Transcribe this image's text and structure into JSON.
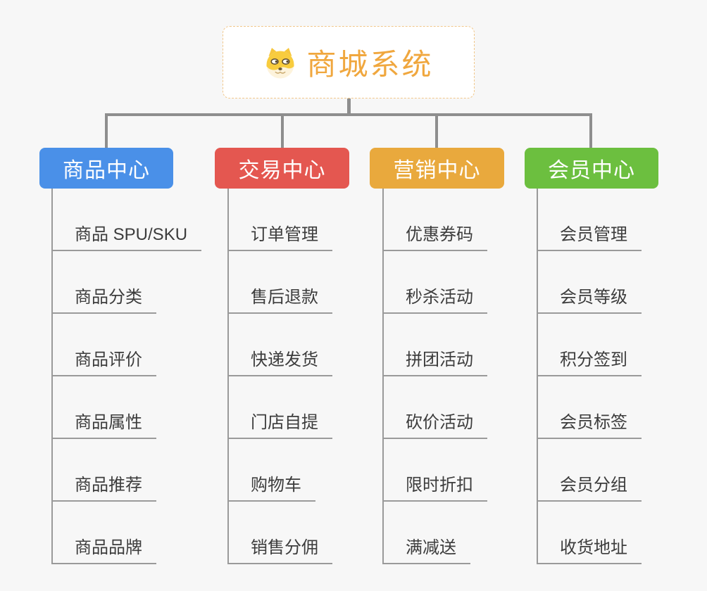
{
  "root": {
    "title": "商城系统",
    "icon": "doge-icon",
    "title_color": "#f0a73e",
    "border_color": "#f1c78a"
  },
  "connector_color": "#8e8e8e",
  "line_color": "#9a9a9a",
  "background_color": "#f7f7f7",
  "leaf_text_color": "#3c3c3c",
  "branches": [
    {
      "label": "商品中心",
      "color": "#4a90e8",
      "items": [
        "商品 SPU/SKU",
        "商品分类",
        "商品评价",
        "商品属性",
        "商品推荐",
        "商品品牌"
      ]
    },
    {
      "label": "交易中心",
      "color": "#e45750",
      "items": [
        "订单管理",
        "售后退款",
        "快递发货",
        "门店自提",
        "购物车",
        "销售分佣"
      ]
    },
    {
      "label": "营销中心",
      "color": "#e9a93d",
      "items": [
        "优惠券码",
        "秒杀活动",
        "拼团活动",
        "砍价活动",
        "限时折扣",
        "满减送"
      ]
    },
    {
      "label": "会员中心",
      "color": "#6cbf3f",
      "items": [
        "会员管理",
        "会员等级",
        "积分签到",
        "会员标签",
        "会员分组",
        "收货地址"
      ]
    }
  ]
}
